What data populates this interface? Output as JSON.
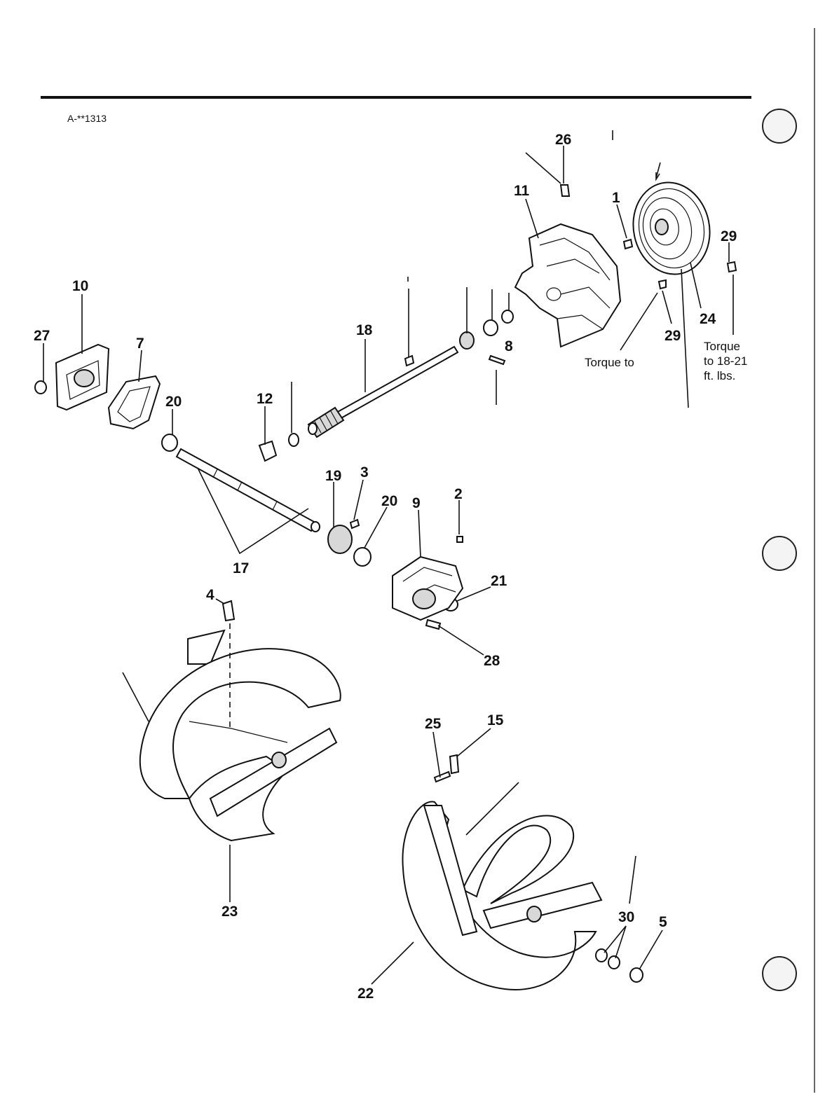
{
  "figure_code": "A-**1313",
  "notes": {
    "torque_left": "Torque to",
    "torque_right": [
      "Torque",
      "to 18-21",
      "ft. lbs."
    ]
  },
  "callouts": {
    "c26": "26",
    "c11": "11",
    "c1": "1",
    "c29a": "29",
    "c24": "24",
    "c29b": "29",
    "c10": "10",
    "c27": "27",
    "c7": "7",
    "c20a": "20",
    "c12": "12",
    "c18": "18",
    "c8": "8",
    "c19": "19",
    "c3": "3",
    "c20b": "20",
    "c9": "9",
    "c2": "2",
    "c17": "17",
    "c21": "21",
    "c4": "4",
    "c28": "28",
    "c25": "25",
    "c15": "15",
    "c23": "23",
    "c30": "30",
    "c5": "5",
    "c22": "22"
  },
  "colors": {
    "ink": "#111111",
    "paper": "#ffffff"
  }
}
